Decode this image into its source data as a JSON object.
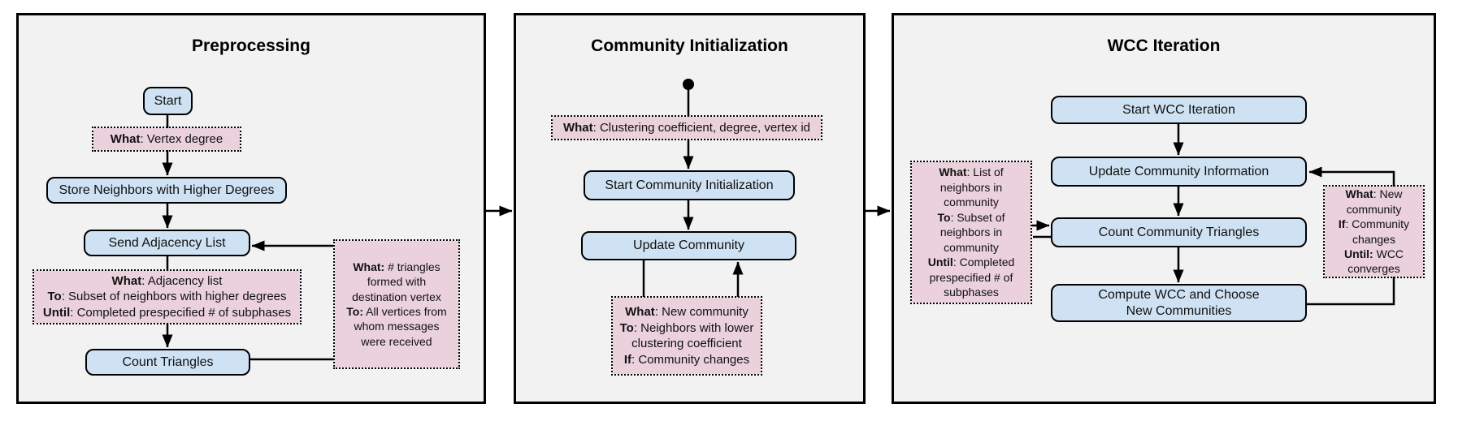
{
  "colors": {
    "panel_background": "#f2f2f2",
    "node_fill": "#cfe2f3",
    "annotation_fill": "#ead1dc",
    "line": "#000000"
  },
  "p1": {
    "title": "Preprocessing",
    "node_start": "Start",
    "node_store": "Store Neighbors with Higher Degrees",
    "node_send": "Send Adjacency List",
    "node_count": "Count Triangles",
    "ann_degree": [
      {
        "b": "What",
        "t": ": Vertex degree"
      }
    ],
    "ann_adjacency": [
      {
        "b": "What",
        "t": ": Adjacency list"
      },
      {
        "b": "To",
        "t": ": Subset of neighbors with higher degrees"
      },
      {
        "b": "Until",
        "t": ": Completed prespecified # of subphases"
      }
    ],
    "ann_triangles": [
      {
        "b": "What:",
        "t": " # triangles formed with destination vertex"
      },
      {
        "b": "To:",
        "t": " All vertices from whom messages were received"
      }
    ]
  },
  "p2": {
    "title": "Community Initialization",
    "node_start_ci": "Start Community Initialization",
    "node_update": "Update Community",
    "ann_clustering": [
      {
        "b": "What",
        "t": ": Clustering coefficient, degree, vertex id"
      }
    ],
    "ann_new_community": [
      {
        "b": "What",
        "t": ": New community"
      },
      {
        "b": "To",
        "t": ": Neighbors with lower clustering coefficient"
      },
      {
        "b": "If",
        "t": ": Community changes"
      }
    ]
  },
  "p3": {
    "title": "WCC Iteration",
    "node_start_wcc": "Start WCC Iteration",
    "node_update_info": "Update Community Information",
    "node_count_ct": "Count Community Triangles",
    "node_compute": "Compute WCC and Choose New Communities",
    "ann_neighbors": [
      {
        "b": "What",
        "t": ": List of neighbors in community"
      },
      {
        "b": "To",
        "t": ": Subset of neighbors in community"
      },
      {
        "b": "Until",
        "t": ": Completed prespecified # of subphases"
      }
    ],
    "ann_wcc": [
      {
        "b": "What",
        "t": ": New community"
      },
      {
        "b": "If",
        "t": ": Community changes"
      },
      {
        "b": "Until:",
        "t": " WCC converges"
      }
    ]
  }
}
